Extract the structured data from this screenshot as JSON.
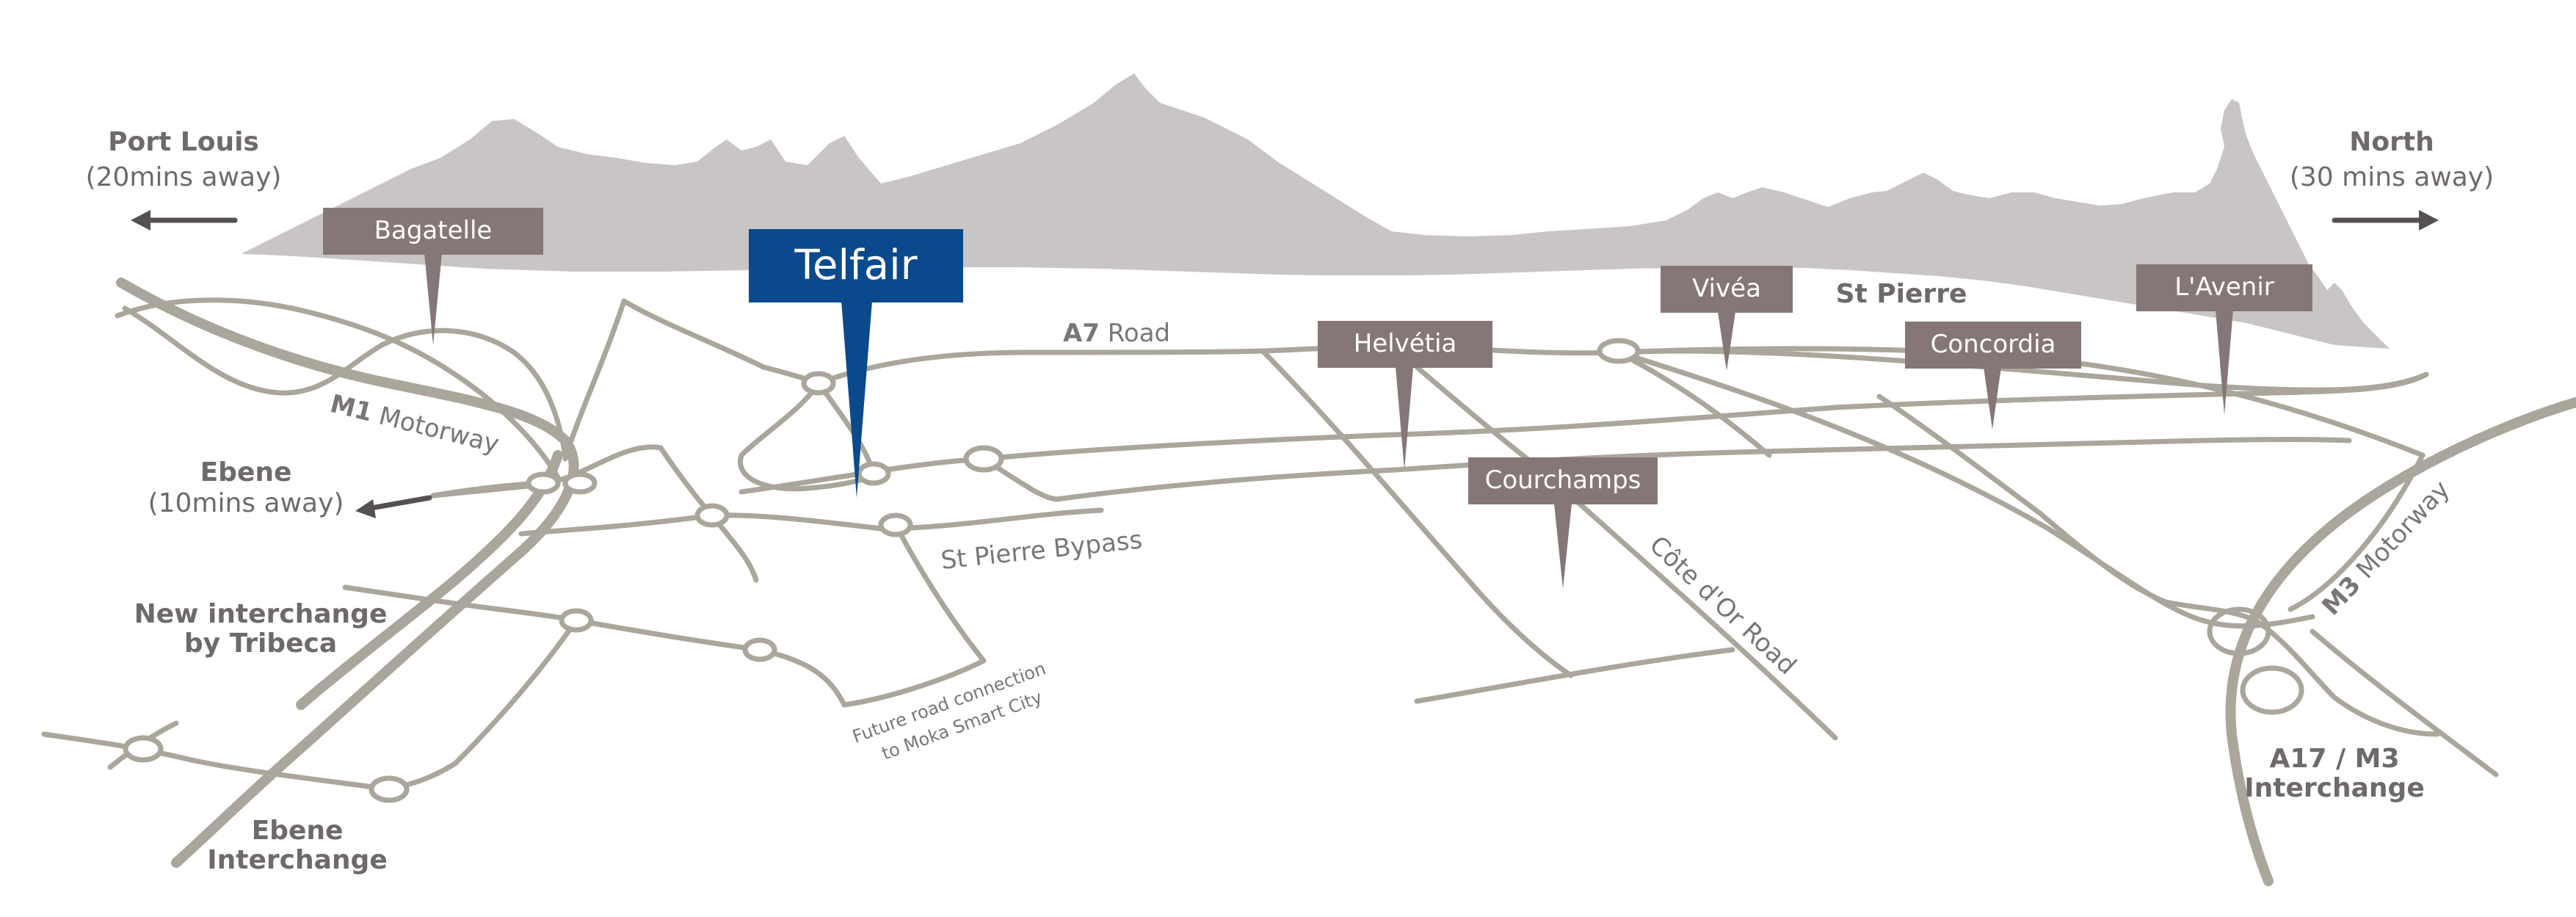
{
  "destinations": {
    "port_louis": {
      "name": "Port Louis",
      "time": "(20mins away)"
    },
    "north": {
      "name": "North",
      "time": "(30 mins away)"
    },
    "ebene": {
      "name": "Ebene",
      "time": "(10mins away)"
    }
  },
  "interchanges": {
    "tribeca": {
      "line1": "New interchange",
      "line2": "by Tribeca"
    },
    "ebene": {
      "line1": "Ebene",
      "line2": "Interchange"
    },
    "a17_m3": {
      "line1": "A17 / M3",
      "line2": "Interchange"
    }
  },
  "roads": {
    "m1": {
      "code": "M1",
      "name": " Motorway"
    },
    "a7": {
      "code": "A7",
      "name": " Road"
    },
    "m3": {
      "code": "M3",
      "name": " Motorway"
    },
    "bypass": "St Pierre Bypass",
    "cote_dor": "Côte d'Or Road",
    "future_line1": "Future road connection",
    "future_line2": "to Moka Smart City"
  },
  "places": {
    "st_pierre": "St Pierre"
  },
  "pins": {
    "telfair": "Telfair",
    "bagatelle": "Bagatelle",
    "helvetia": "Helvétia",
    "courchamps": "Courchamps",
    "vivea": "Vivéa",
    "concordia": "Concordia",
    "lavenir": "L'Avenir"
  },
  "colors": {
    "road": "#aaa69b",
    "mountain": "#cac5c5",
    "pin": "#857777",
    "telfair": "#0a4a8c",
    "text": "#6f6a6a"
  },
  "icons": {
    "west_arrow": "arrow-left-icon",
    "east_arrow": "arrow-right-icon",
    "ebene_arrow": "arrow-left-icon"
  }
}
